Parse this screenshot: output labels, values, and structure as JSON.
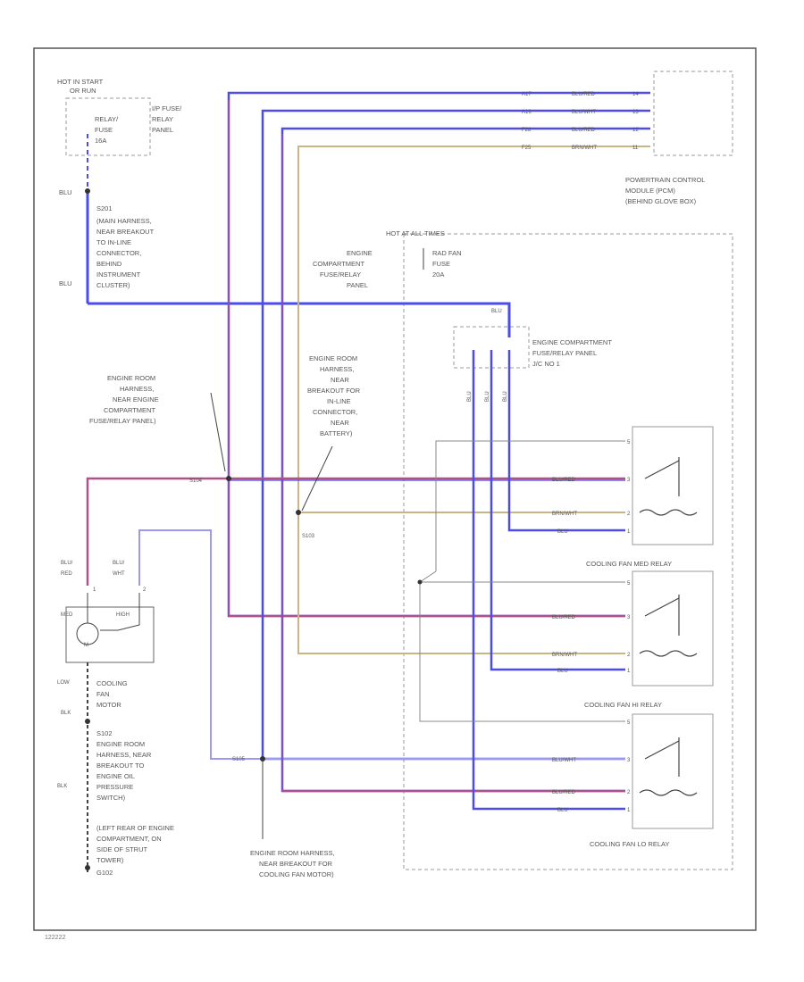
{
  "colors": {
    "blu": "#4a4cf0",
    "blu_red": "#b0508c",
    "blu_wht": "#9a9af5",
    "brn_wht": "#c8b484",
    "pin_wire": "#444444"
  },
  "fuse_relay_panel": {
    "hot_label": "HOT IN START",
    "hot_label_2": "OR RUN",
    "relay_line1": "RELAY/",
    "relay_line2": "FUSE",
    "relay_line3": "16A",
    "panel_line1": "I/P FUSE/",
    "panel_line2": "RELAY",
    "panel_line3": "PANEL"
  },
  "s201": {
    "wire1": "BLU",
    "id": "S201",
    "line1": "(MAIN HARNESS,",
    "line2": "NEAR BREAKOUT",
    "line3": "TO IN-LINE",
    "line4": "CONNECTOR,",
    "line5": "BEHIND",
    "line6": "INSTRUMENT",
    "line7": "CLUSTER)",
    "wire2": "BLU"
  },
  "pcm": {
    "row1": {
      "pin": "A17",
      "wire": "BLU/RED",
      "term": "14"
    },
    "row2": {
      "pin": "A16",
      "wire": "BLU/WHT",
      "term": "13"
    },
    "row3": {
      "pin": "F28",
      "wire": "BLU/RED",
      "term": "12"
    },
    "row4": {
      "pin": "F25",
      "wire": "BRN/WHT",
      "term": "11"
    },
    "line1": "POWERTRAIN CONTROL",
    "line2": "MODULE (PCM)",
    "line3": "(BEHIND GLOVE BOX)"
  },
  "engine_panel": {
    "hot_label": "HOT AT ALL TIMES",
    "line1": "ENGINE",
    "line2": "COMPARTMENT",
    "line3": "FUSE/RELAY",
    "line4": "PANEL",
    "fuse_line1": "RAD FAN",
    "fuse_line2": "FUSE",
    "fuse_line3": "20A",
    "blu_label": "BLU",
    "jc_line1": "ENGINE COMPARTMENT",
    "jc_line2": "FUSE/RELAY PANEL",
    "jc_line3": "J/C NO 1",
    "drop1": "BLU",
    "drop2": "BLU",
    "drop3": "BLU"
  },
  "s104": {
    "line1": "ENGINE ROOM",
    "line2": "HARNESS,",
    "line3": "NEAR ENGINE",
    "line4": "COMPARTMENT",
    "line5": "FUSE/RELAY PANEL)",
    "id": "S104"
  },
  "s103": {
    "line1": "ENGINE ROOM",
    "line2": "HARNESS,",
    "line3": "NEAR",
    "line4": "BREAKOUT FOR",
    "line5": "IN-LINE",
    "line6": "CONNECTOR,",
    "line7": "NEAR",
    "line8": "BATTERY)",
    "id": "S103"
  },
  "relay_med": {
    "w1": "BLU/RED",
    "w2": "BRN/WHT",
    "w3": "BLU",
    "t1": "5",
    "t2": "3",
    "t3": "2",
    "t4": "1",
    "name": "COOLING FAN MED RELAY"
  },
  "relay_hi": {
    "w1": "BLU/RED",
    "w2": "BRN/WHT",
    "w3": "BLU",
    "t1": "5",
    "t2": "3",
    "t3": "2",
    "t4": "1",
    "name": "COOLING FAN HI RELAY"
  },
  "relay_lo": {
    "w1": "BLU/WHT",
    "w2": "BLU/RED",
    "w3": "BLU",
    "t1": "5",
    "t2": "3",
    "t3": "2",
    "t4": "1",
    "name": "COOLING FAN LO RELAY"
  },
  "motor": {
    "w1_line1": "BLU/",
    "w1_line2": "RED",
    "w2_line1": "BLU/",
    "w2_line2": "WHT",
    "term1": "1",
    "term2": "2",
    "med": "MED",
    "high": "HIGH",
    "symbol": "M",
    "low": "LOW",
    "name1": "COOLING",
    "name2": "FAN",
    "name3": "MOTOR",
    "blk1": "BLK",
    "s102": "S102",
    "s102_line1": "ENGINE ROOM",
    "s102_line2": "HARNESS, NEAR",
    "s102_line3": "BREAKOUT TO",
    "s102_line4": "ENGINE OIL",
    "s102_line5": "PRESSURE",
    "s102_line6": "SWITCH)",
    "blk2": "BLK",
    "g_line1": "(LEFT REAR OF ENGINE",
    "g_line2": "COMPARTMENT, ON",
    "g_line3": "SIDE OF STRUT",
    "g_line4": "TOWER)",
    "g_id": "G102"
  },
  "s105": {
    "id": "S105",
    "line1": "ENGINE ROOM HARNESS,",
    "line2": "NEAR BREAKOUT FOR",
    "line3": "COOLING FAN MOTOR)"
  },
  "diagram_id": "122222"
}
